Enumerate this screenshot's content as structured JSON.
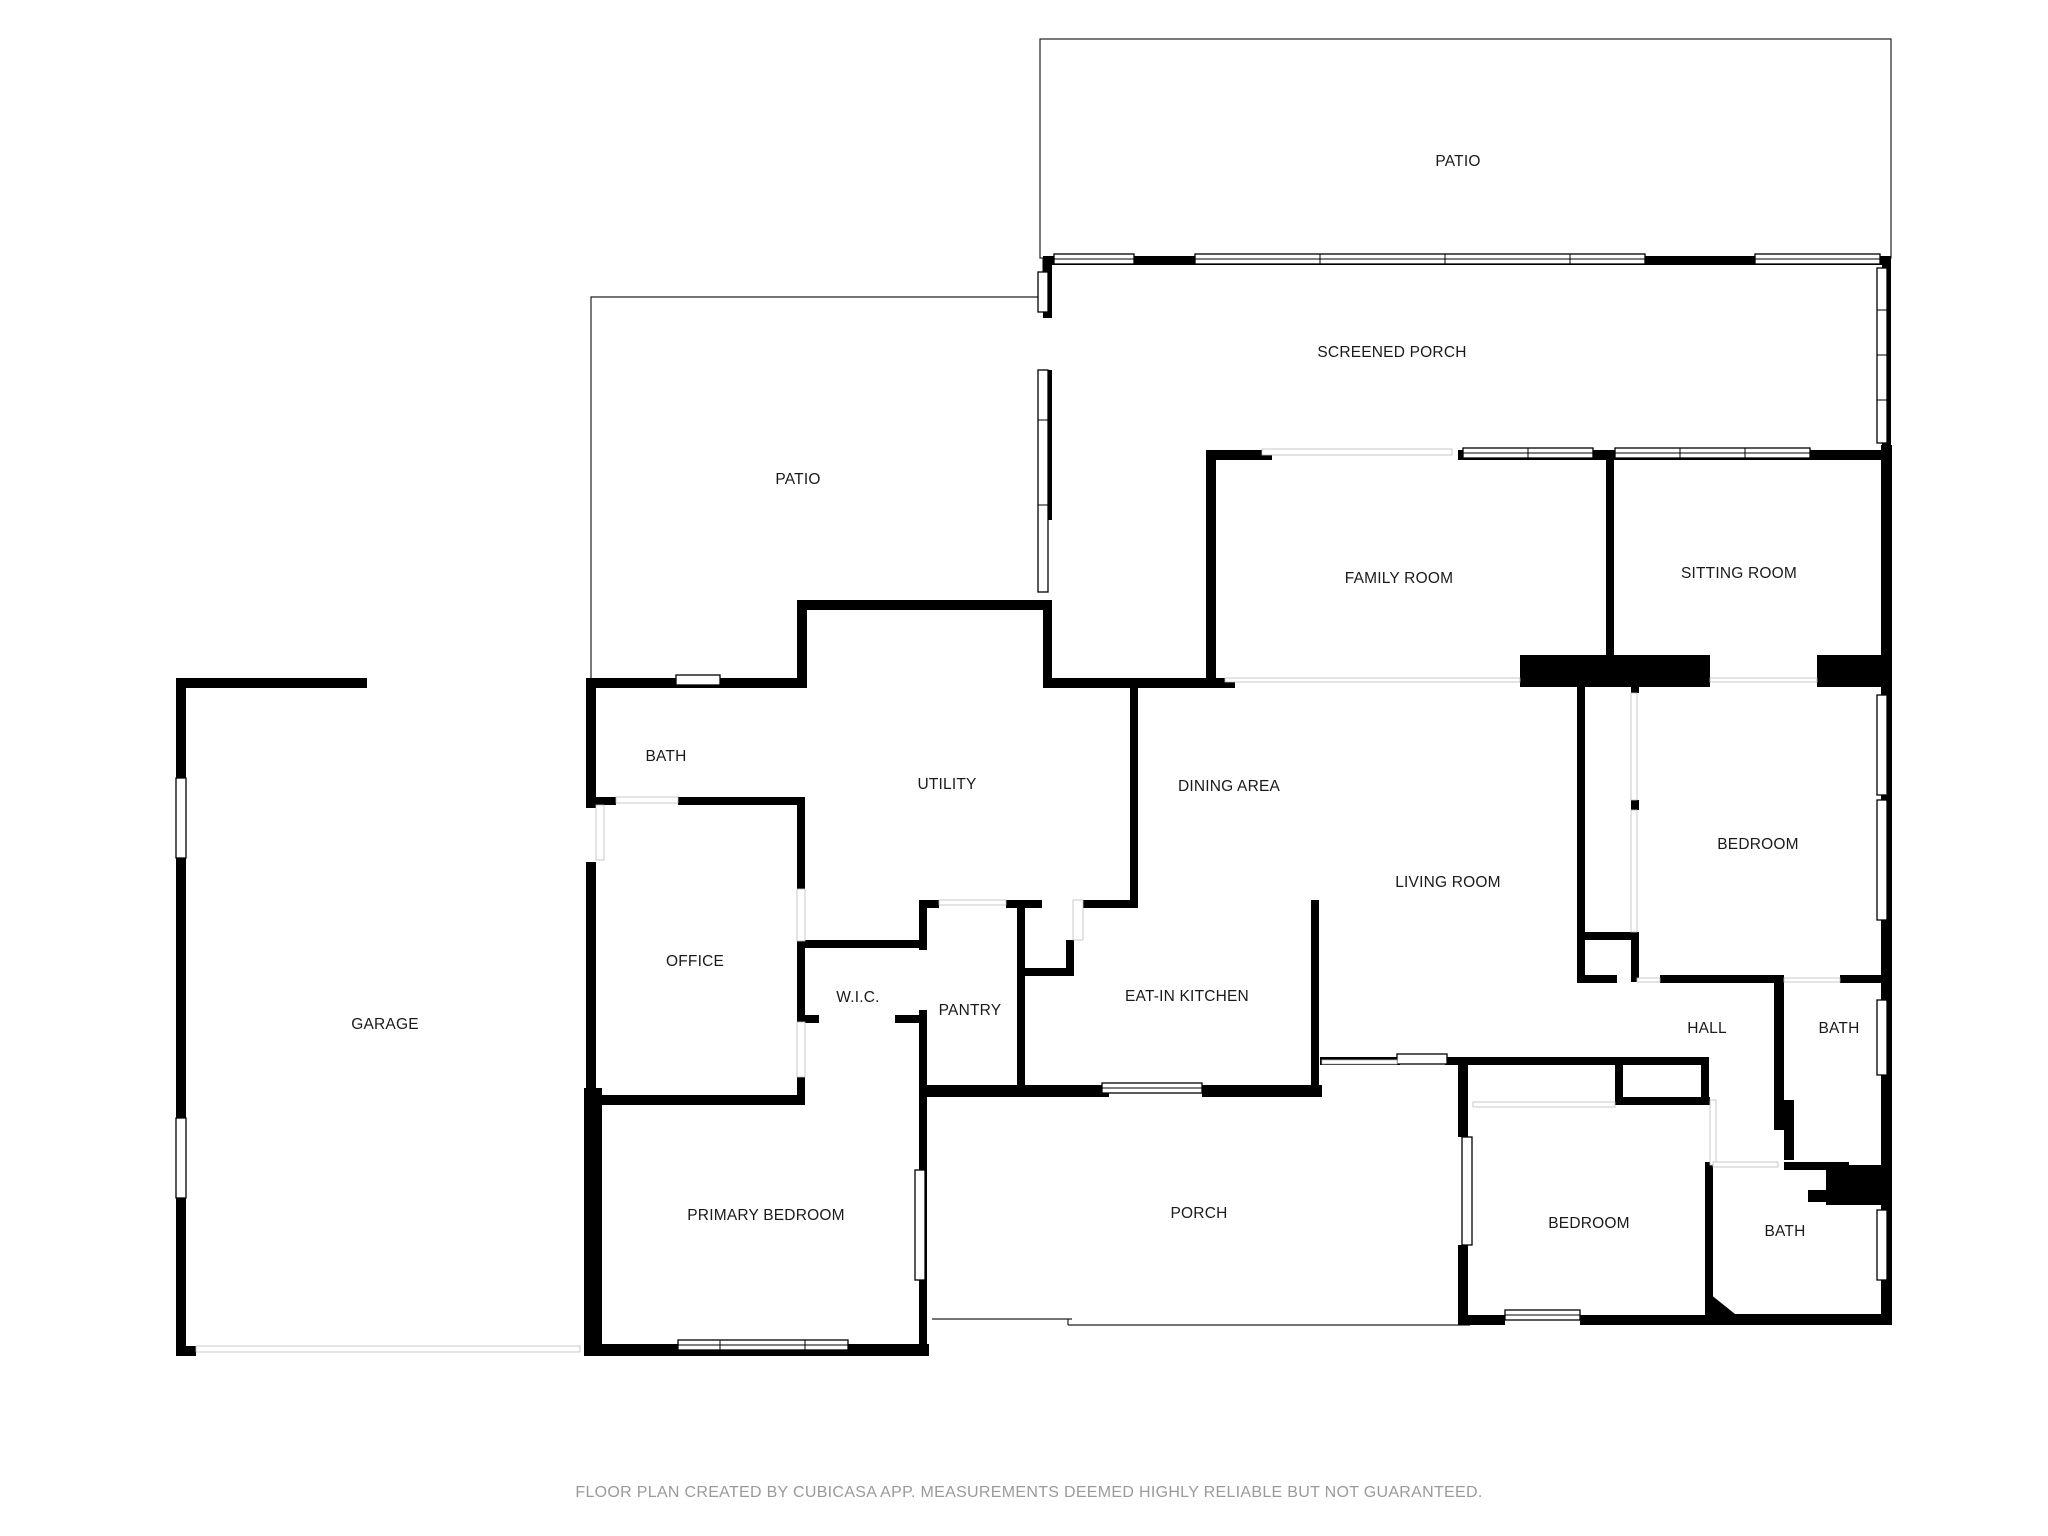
{
  "rooms": {
    "patio_top": "PATIO",
    "screened_porch": "SCREENED PORCH",
    "patio_left": "PATIO",
    "family_room": "FAMILY ROOM",
    "sitting_room": "SITTING ROOM",
    "garage": "GARAGE",
    "bath_upper_left": "BATH",
    "utility": "UTILITY",
    "dining_area": "DINING AREA",
    "living_room": "LIVING ROOM",
    "bedroom_right": "BEDROOM",
    "office": "OFFICE",
    "wic": "W.I.C.",
    "pantry": "PANTRY",
    "eat_in_kitchen": "EAT-IN KITCHEN",
    "hall": "HALL",
    "bath_right": "BATH",
    "primary_bedroom": "PRIMARY BEDROOM",
    "porch": "PORCH",
    "bedroom_lower": "BEDROOM",
    "bath_lower": "BATH"
  },
  "footer": "FLOOR PLAN CREATED BY CUBICASA APP. MEASUREMENTS DEEMED HIGHLY RELIABLE BUT NOT GUARANTEED."
}
